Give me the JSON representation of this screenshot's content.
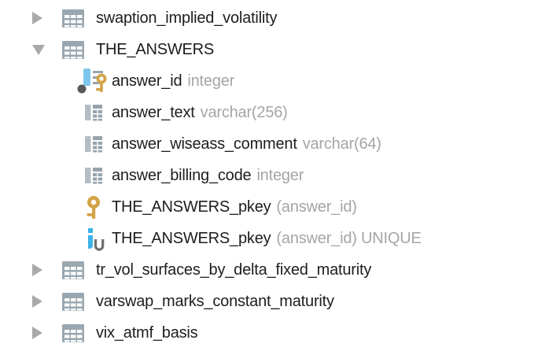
{
  "tree": {
    "rows": [
      {
        "type": "table",
        "level": 0,
        "expanded": false,
        "label": "swaption_implied_volatility",
        "detail": ""
      },
      {
        "type": "table",
        "level": 0,
        "expanded": true,
        "label": "THE_ANSWERS",
        "detail": ""
      },
      {
        "type": "column-primary-key",
        "level": 1,
        "label": "answer_id",
        "detail": "integer"
      },
      {
        "type": "column",
        "level": 1,
        "label": "answer_text",
        "detail": "varchar(256)"
      },
      {
        "type": "column",
        "level": 1,
        "label": "answer_wiseass_comment",
        "detail": "varchar(64)"
      },
      {
        "type": "column",
        "level": 1,
        "label": "answer_billing_code",
        "detail": "integer"
      },
      {
        "type": "primary-key",
        "level": 1,
        "label": "THE_ANSWERS_pkey",
        "detail": "(answer_id)"
      },
      {
        "type": "unique-index",
        "level": 1,
        "label": "THE_ANSWERS_pkey",
        "detail": "(answer_id) UNIQUE"
      },
      {
        "type": "table",
        "level": 0,
        "expanded": false,
        "label": "tr_vol_surfaces_by_delta_fixed_maturity",
        "detail": ""
      },
      {
        "type": "table",
        "level": 0,
        "expanded": false,
        "label": "varswap_marks_constant_maturity",
        "detail": ""
      },
      {
        "type": "table",
        "level": 0,
        "expanded": false,
        "label": "vix_atmf_basis",
        "detail": ""
      }
    ],
    "colors": {
      "table_icon_gray": "#9AA7B0",
      "column_bar_light": "#B5BDC3",
      "column_grid_dark": "#96A3AC",
      "key_gold": "#D2A348",
      "pk_column_blue": "#7EC7EC",
      "index_blue": "#3CB3E8",
      "dot_circle_gray": "#58585A",
      "unique_u_gray": "#6F6F6F",
      "chevron_gray": "#A9A9A9",
      "label_text": "#1D1D1F",
      "detail_text": "#A5A5A5"
    }
  }
}
